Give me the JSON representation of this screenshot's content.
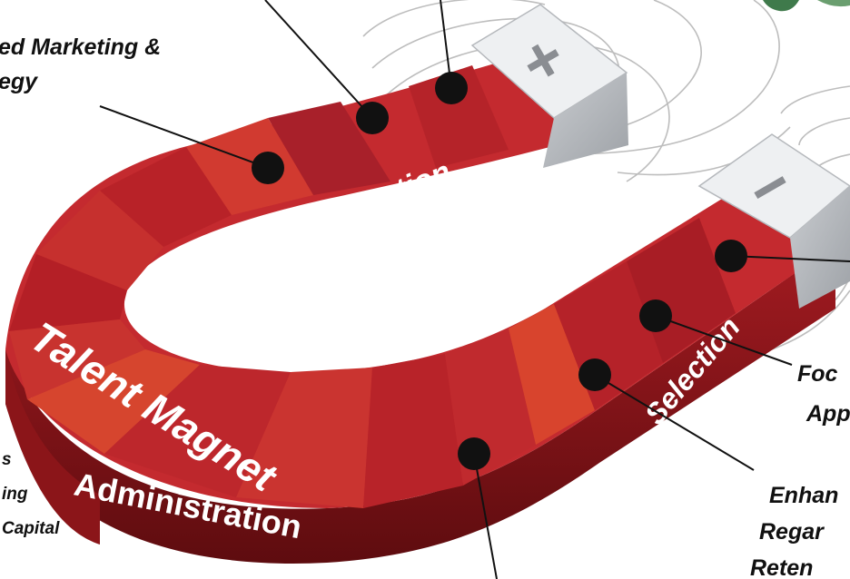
{
  "magnet": {
    "title": "Talent Magnet",
    "sections": {
      "attraction": "Attraction",
      "selection": "Selection",
      "administration": "Administration"
    },
    "poles": {
      "positive": "+",
      "negative": "−"
    }
  },
  "callouts": {
    "marketing": "ed Marketing &",
    "strategy": "egy",
    "foc": "Foc",
    "app": "App",
    "enhan": "Enhan",
    "regar": "Regar",
    "reten": "Reten",
    "left_s": "s",
    "left_ing": "ing",
    "left_capital": "Capital"
  },
  "colors": {
    "magnet_red": "#c0262c",
    "magnet_dark": "#7e1216",
    "magnet_orange": "#d9402a",
    "pole_light": "#eef0f2",
    "pole_side": "#a9adb2",
    "field_lines": "#b9b9b9",
    "accent_green": "#3f7a4b"
  }
}
